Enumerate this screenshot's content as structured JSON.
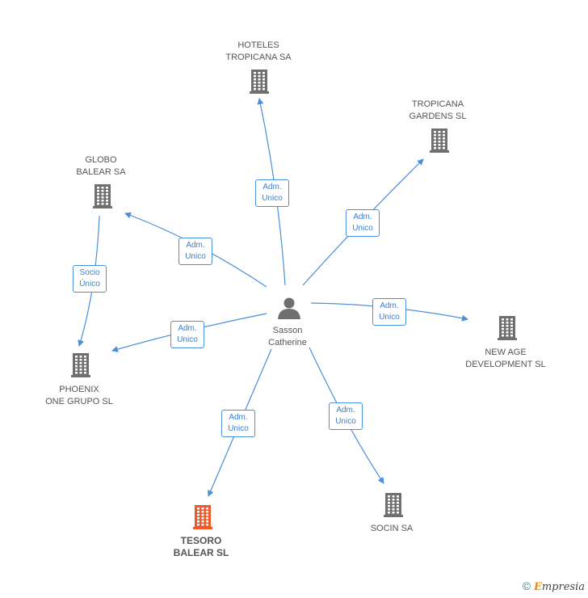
{
  "center": {
    "name": "Sasson\nCatherine"
  },
  "companies": [
    {
      "id": "hoteles",
      "name": "HOTELES\nTROPICANA SA",
      "highlight": false
    },
    {
      "id": "tropicana_gardens",
      "name": "TROPICANA\nGARDENS SL",
      "highlight": false
    },
    {
      "id": "globo",
      "name": "GLOBO\nBALEAR SA",
      "highlight": false
    },
    {
      "id": "new_age",
      "name": "NEW AGE\nDEVELOPMENT SL",
      "highlight": false
    },
    {
      "id": "phoenix",
      "name": "PHOENIX\nONE GRUPO SL",
      "highlight": false
    },
    {
      "id": "tesoro",
      "name": "TESORO\nBALEAR SL",
      "highlight": true
    },
    {
      "id": "socin",
      "name": "SOCIN SA",
      "highlight": false
    }
  ],
  "relations": [
    {
      "from": "center",
      "to": "hoteles",
      "label": "Adm.\nUnico"
    },
    {
      "from": "center",
      "to": "tropicana_gardens",
      "label": "Adm.\nUnico"
    },
    {
      "from": "center",
      "to": "globo",
      "label": "Adm.\nUnico"
    },
    {
      "from": "center",
      "to": "new_age",
      "label": "Adm.\nUnico"
    },
    {
      "from": "center",
      "to": "phoenix",
      "label": "Adm.\nUnico"
    },
    {
      "from": "center",
      "to": "tesoro",
      "label": "Adm.\nUnico"
    },
    {
      "from": "center",
      "to": "socin",
      "label": "Adm.\nUnico"
    },
    {
      "from": "globo",
      "to": "phoenix",
      "label": "Socio\nÚnico"
    }
  ],
  "colors": {
    "edge": "#4a8fd9",
    "building": "#6f6f6f",
    "building_highlight": "#f05a28",
    "person": "#6f6f6f"
  },
  "footer": {
    "copyright": "©",
    "brand_initial": "E",
    "brand_rest": "mpresia"
  }
}
